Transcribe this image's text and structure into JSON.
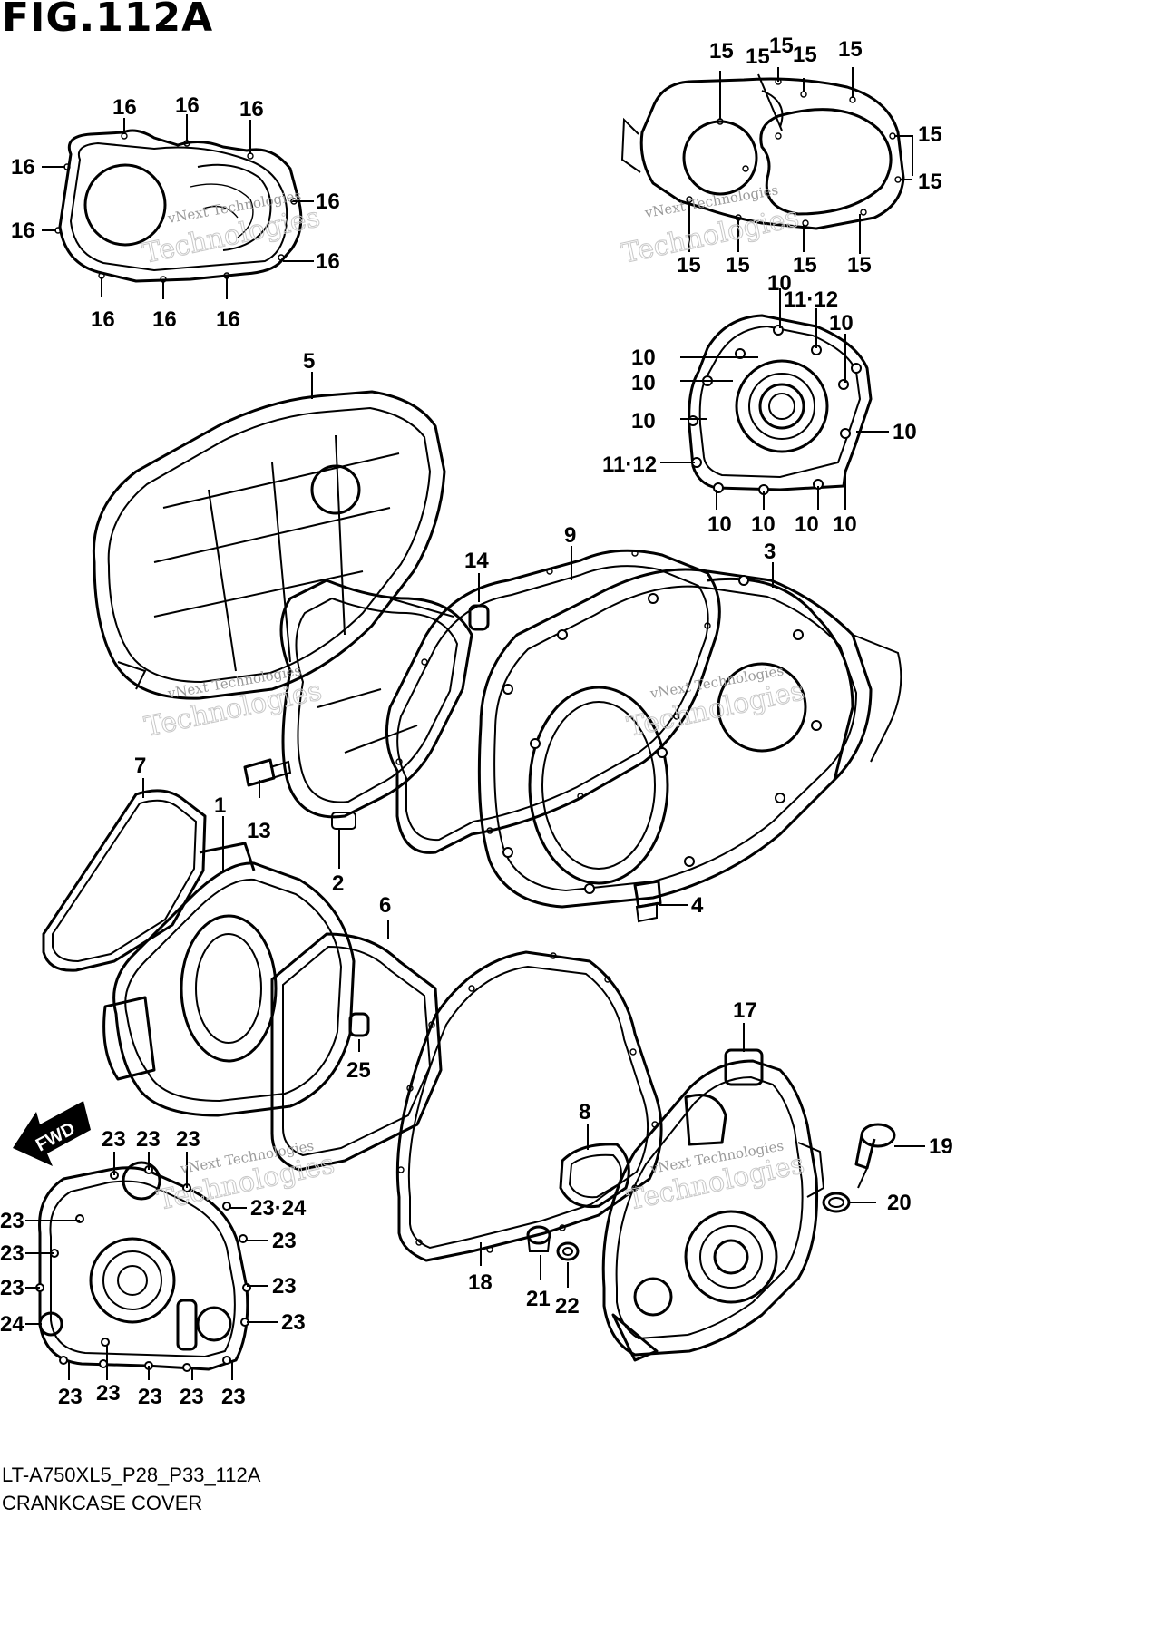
{
  "figure": {
    "title": "FIG.112A",
    "part_line": "LT-A750XL5_P28_P33_112A",
    "part_name": "CRANKCASE COVER"
  },
  "fwd_label": "FWD",
  "watermark": {
    "line1": "vNext Technologies",
    "line2": "Technologies"
  },
  "callouts": [
    "1",
    "2",
    "3",
    "4",
    "5",
    "6",
    "7",
    "8",
    "9",
    "10",
    "11·12",
    "13",
    "14",
    "15",
    "16",
    "17",
    "18",
    "19",
    "20",
    "21",
    "22",
    "23",
    "23·24",
    "24",
    "25"
  ]
}
